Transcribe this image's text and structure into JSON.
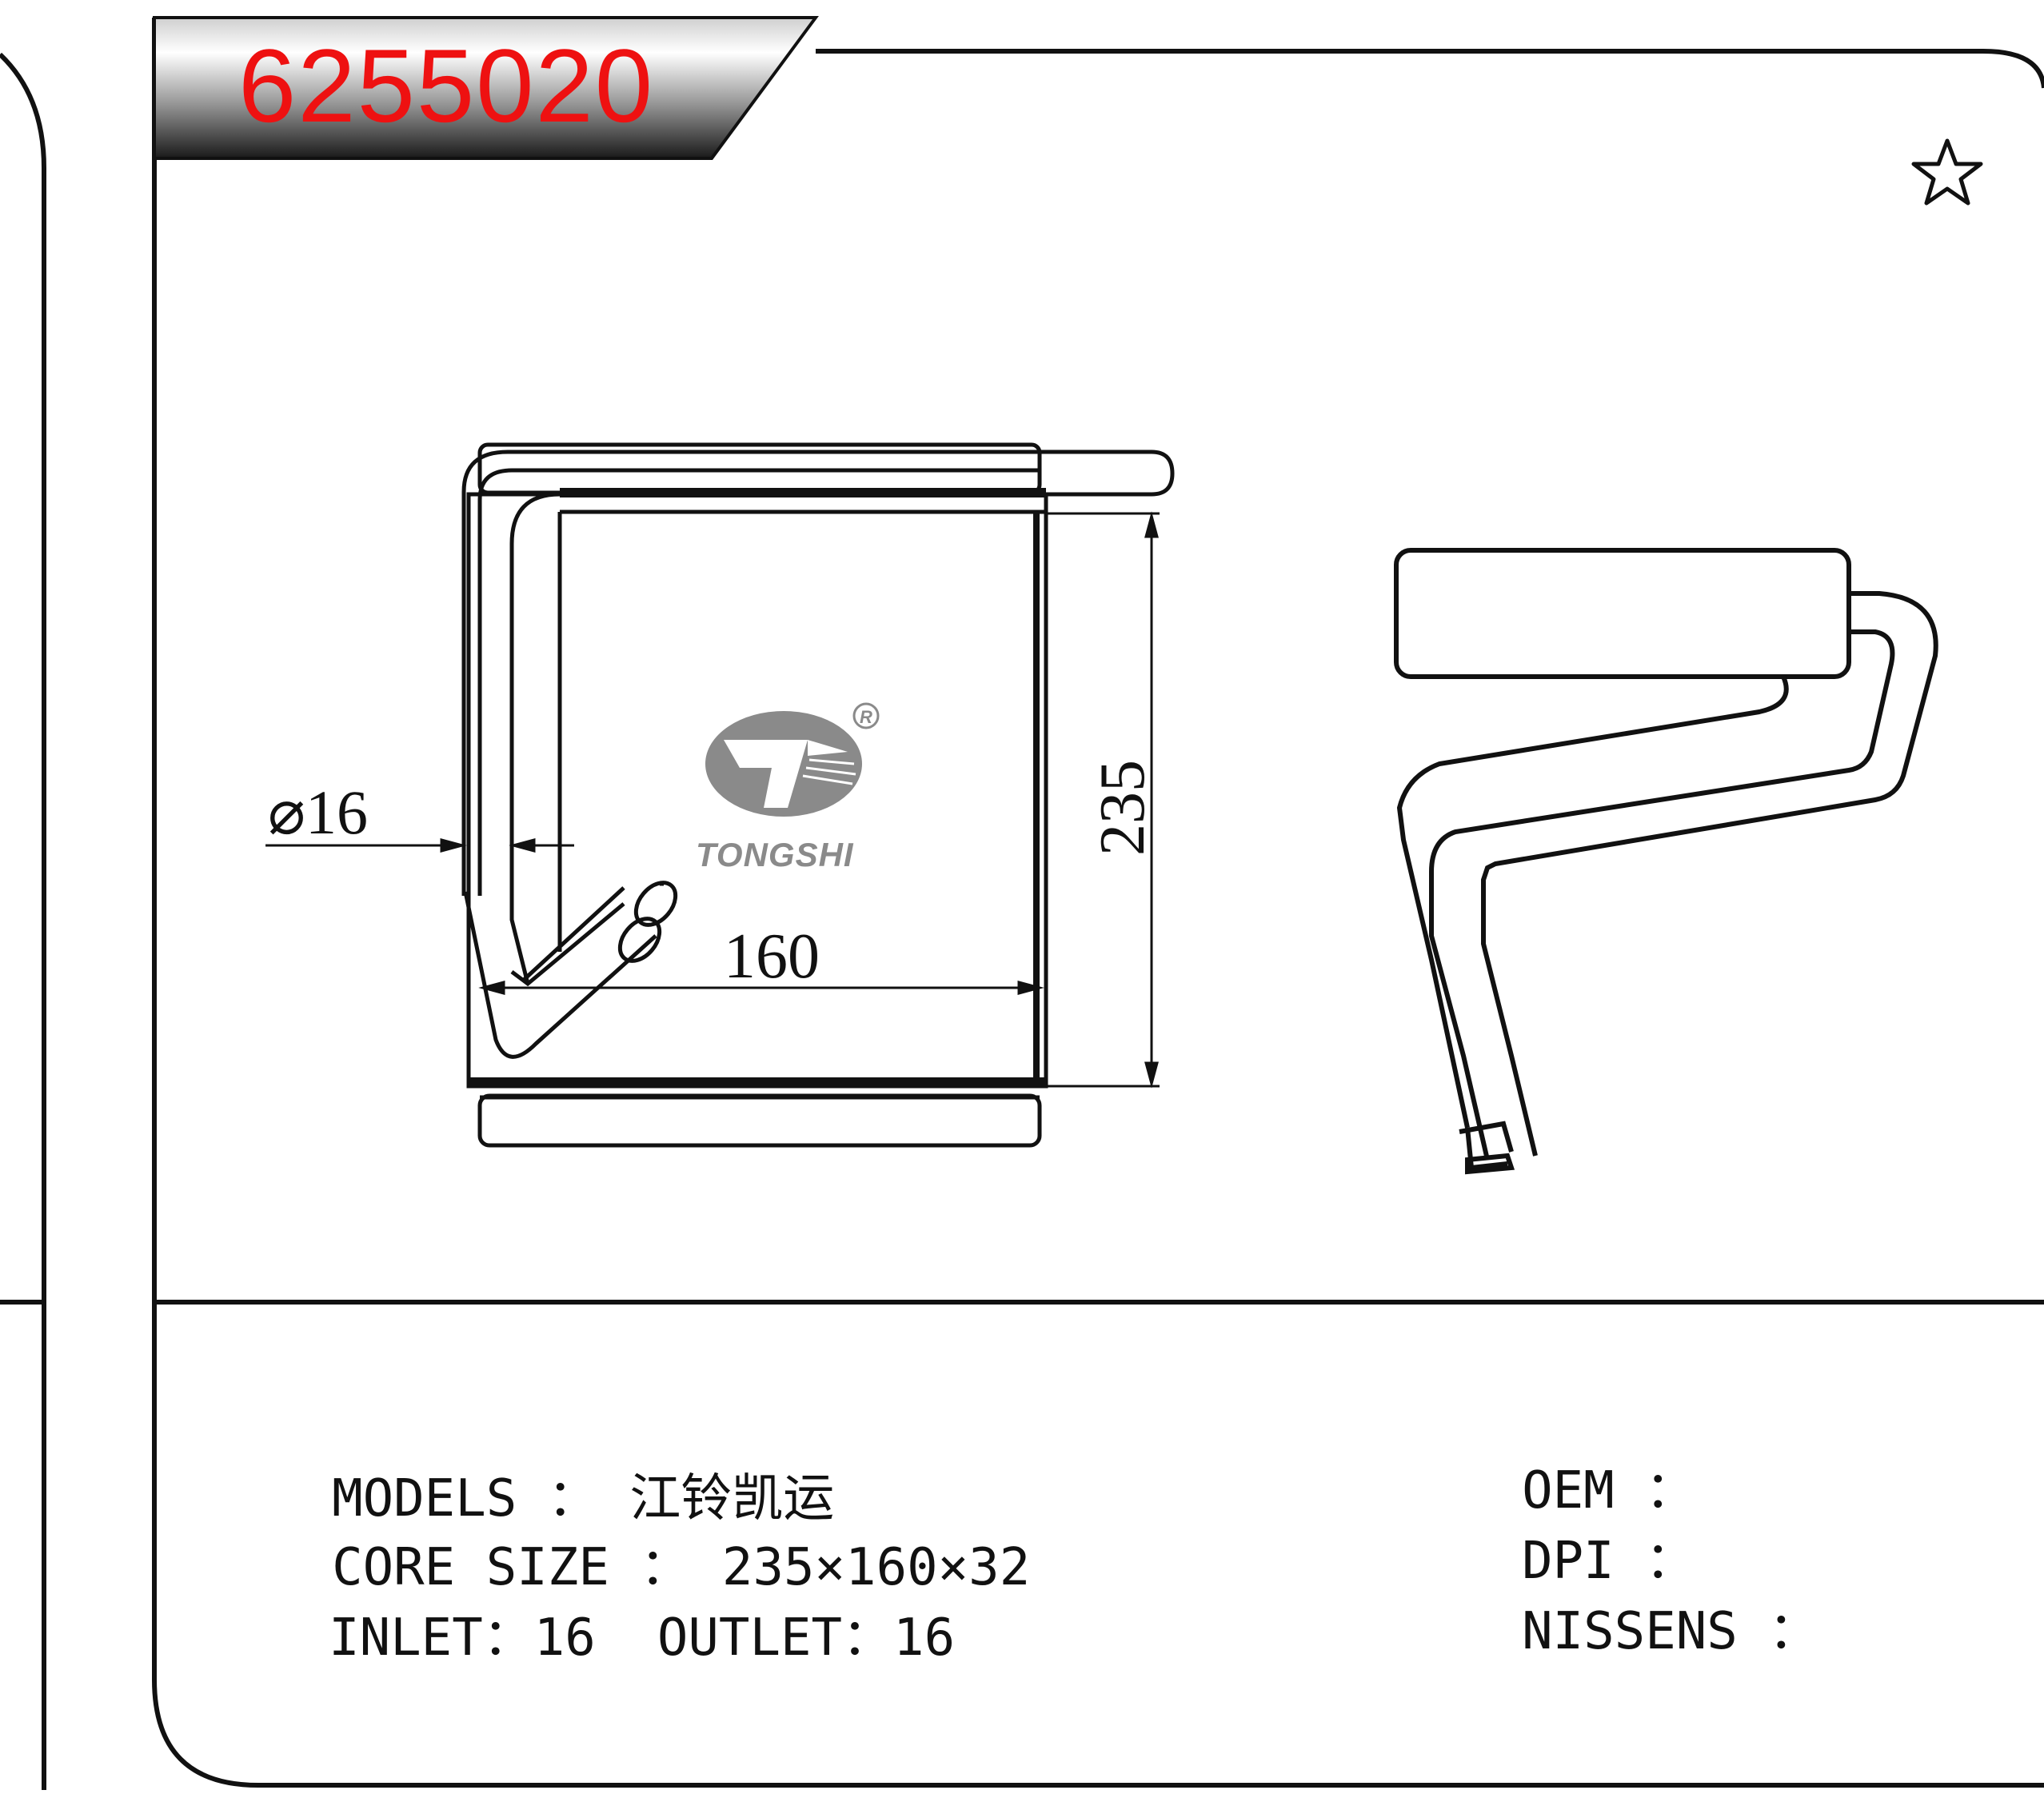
{
  "part_number": "6255020",
  "brand": {
    "name": "TONGSHI",
    "registered_mark": "R"
  },
  "dimensions": {
    "pipe_diameter": "⌀16",
    "width": "160",
    "height": "235"
  },
  "specs": {
    "models_label": "MODELS",
    "models_value": "江铃凯运",
    "core_size_label": "CORE SIZE",
    "core_size_value": "235×160×32",
    "inlet_label": "INLET",
    "inlet_value": "16",
    "outlet_label": "OUTLET",
    "outlet_value": "16"
  },
  "references": {
    "oem_label": "OEM",
    "dpi_label": "DPI",
    "nissens_label": "NISSENS"
  },
  "icons": {
    "favorite": "star-outline-icon"
  },
  "colors": {
    "part_number": "#ee1111",
    "line": "#111111",
    "logo": "#8a8a8a"
  }
}
